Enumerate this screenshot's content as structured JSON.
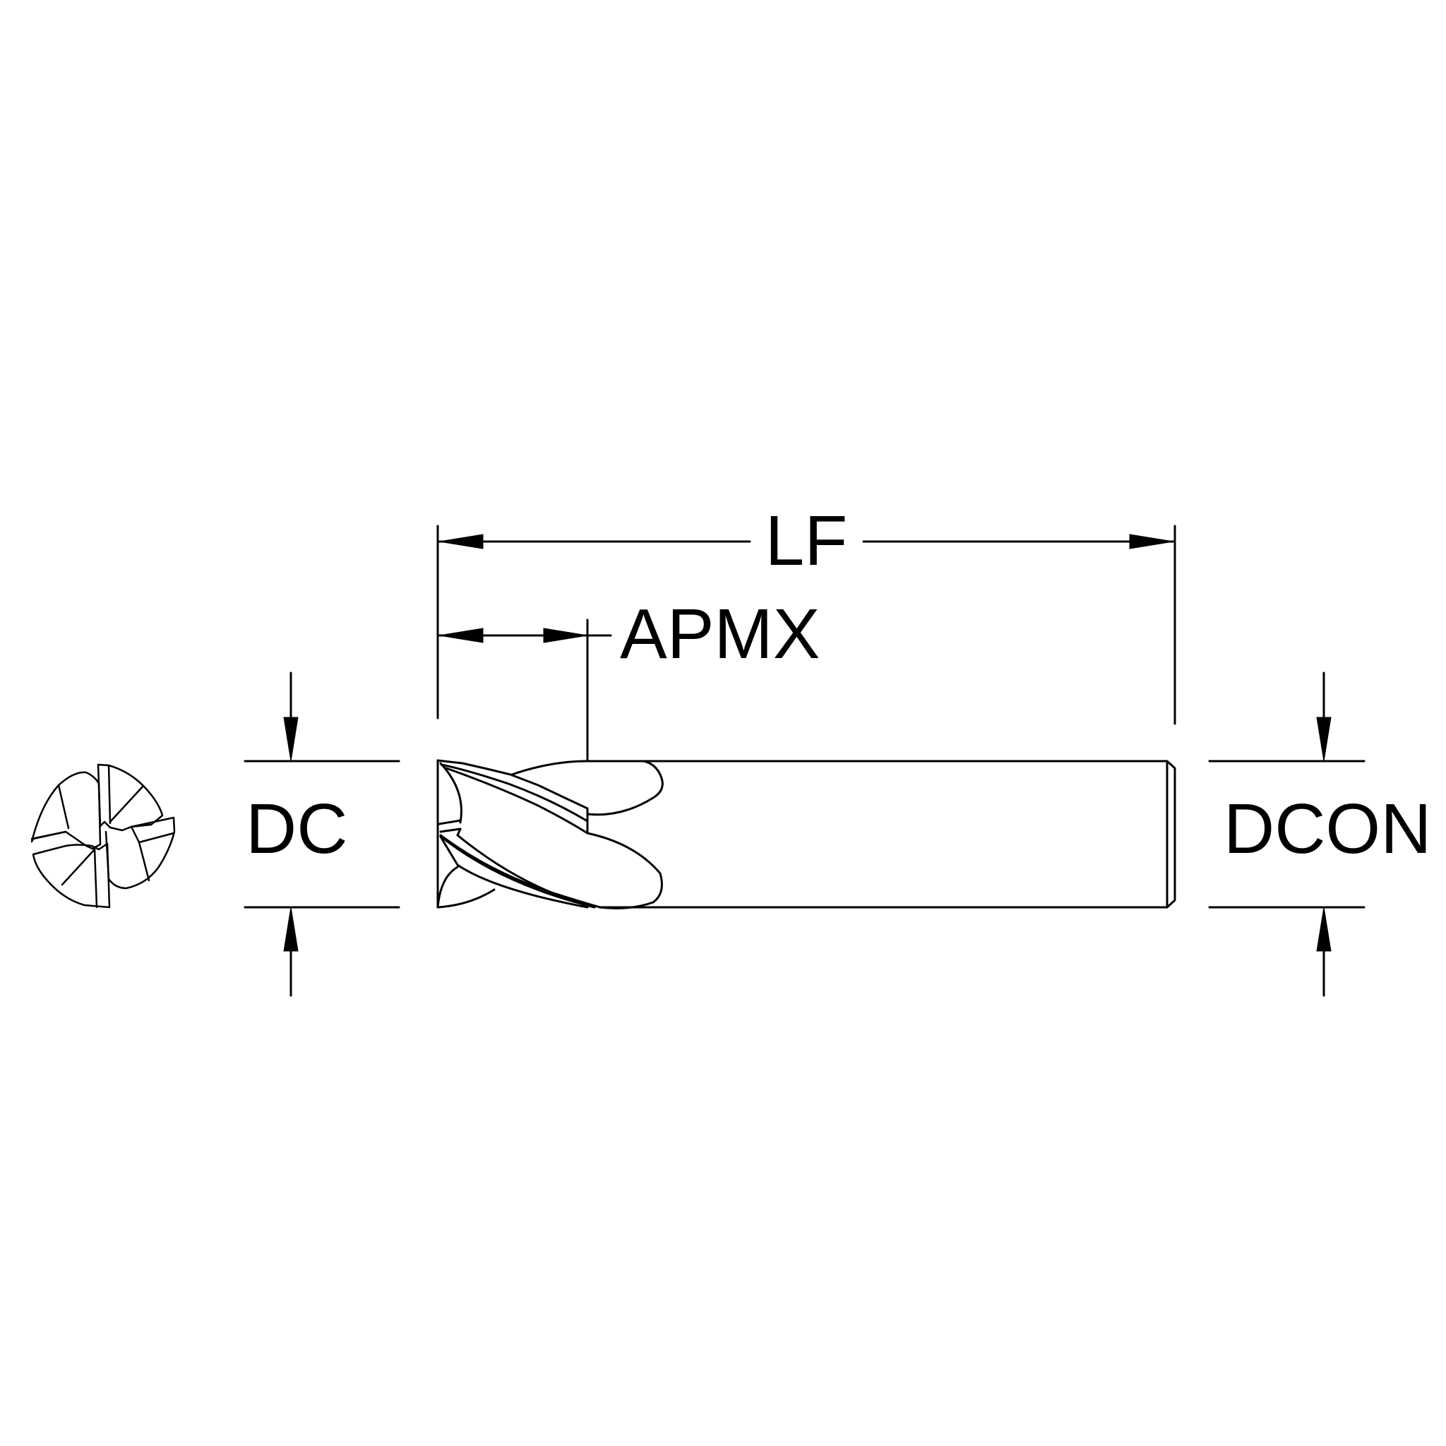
{
  "labels": {
    "overall_length": "LF",
    "max_depth_of_cut": "APMX",
    "cutting_diameter": "DC",
    "connection_diameter": "DCON"
  },
  "colors": {
    "line": "#000000",
    "background": "#ffffff"
  }
}
